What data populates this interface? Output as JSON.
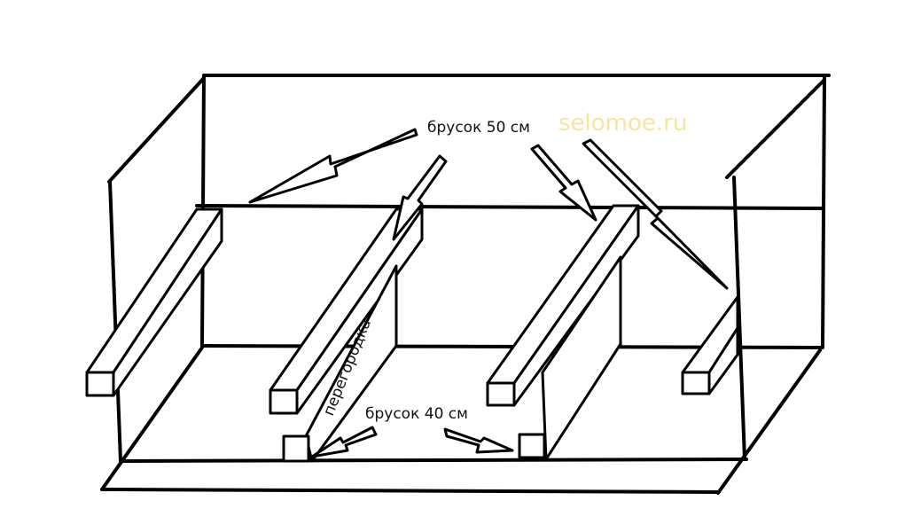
{
  "labels": {
    "top_beam": "брусок 50 см",
    "bottom_beam": "брусок 40 см",
    "partition": "перегородка",
    "watermark": "selomoe.ru"
  },
  "colors": {
    "stroke": "#000000",
    "background": "#ffffff",
    "watermark": "#f5e6a0"
  }
}
